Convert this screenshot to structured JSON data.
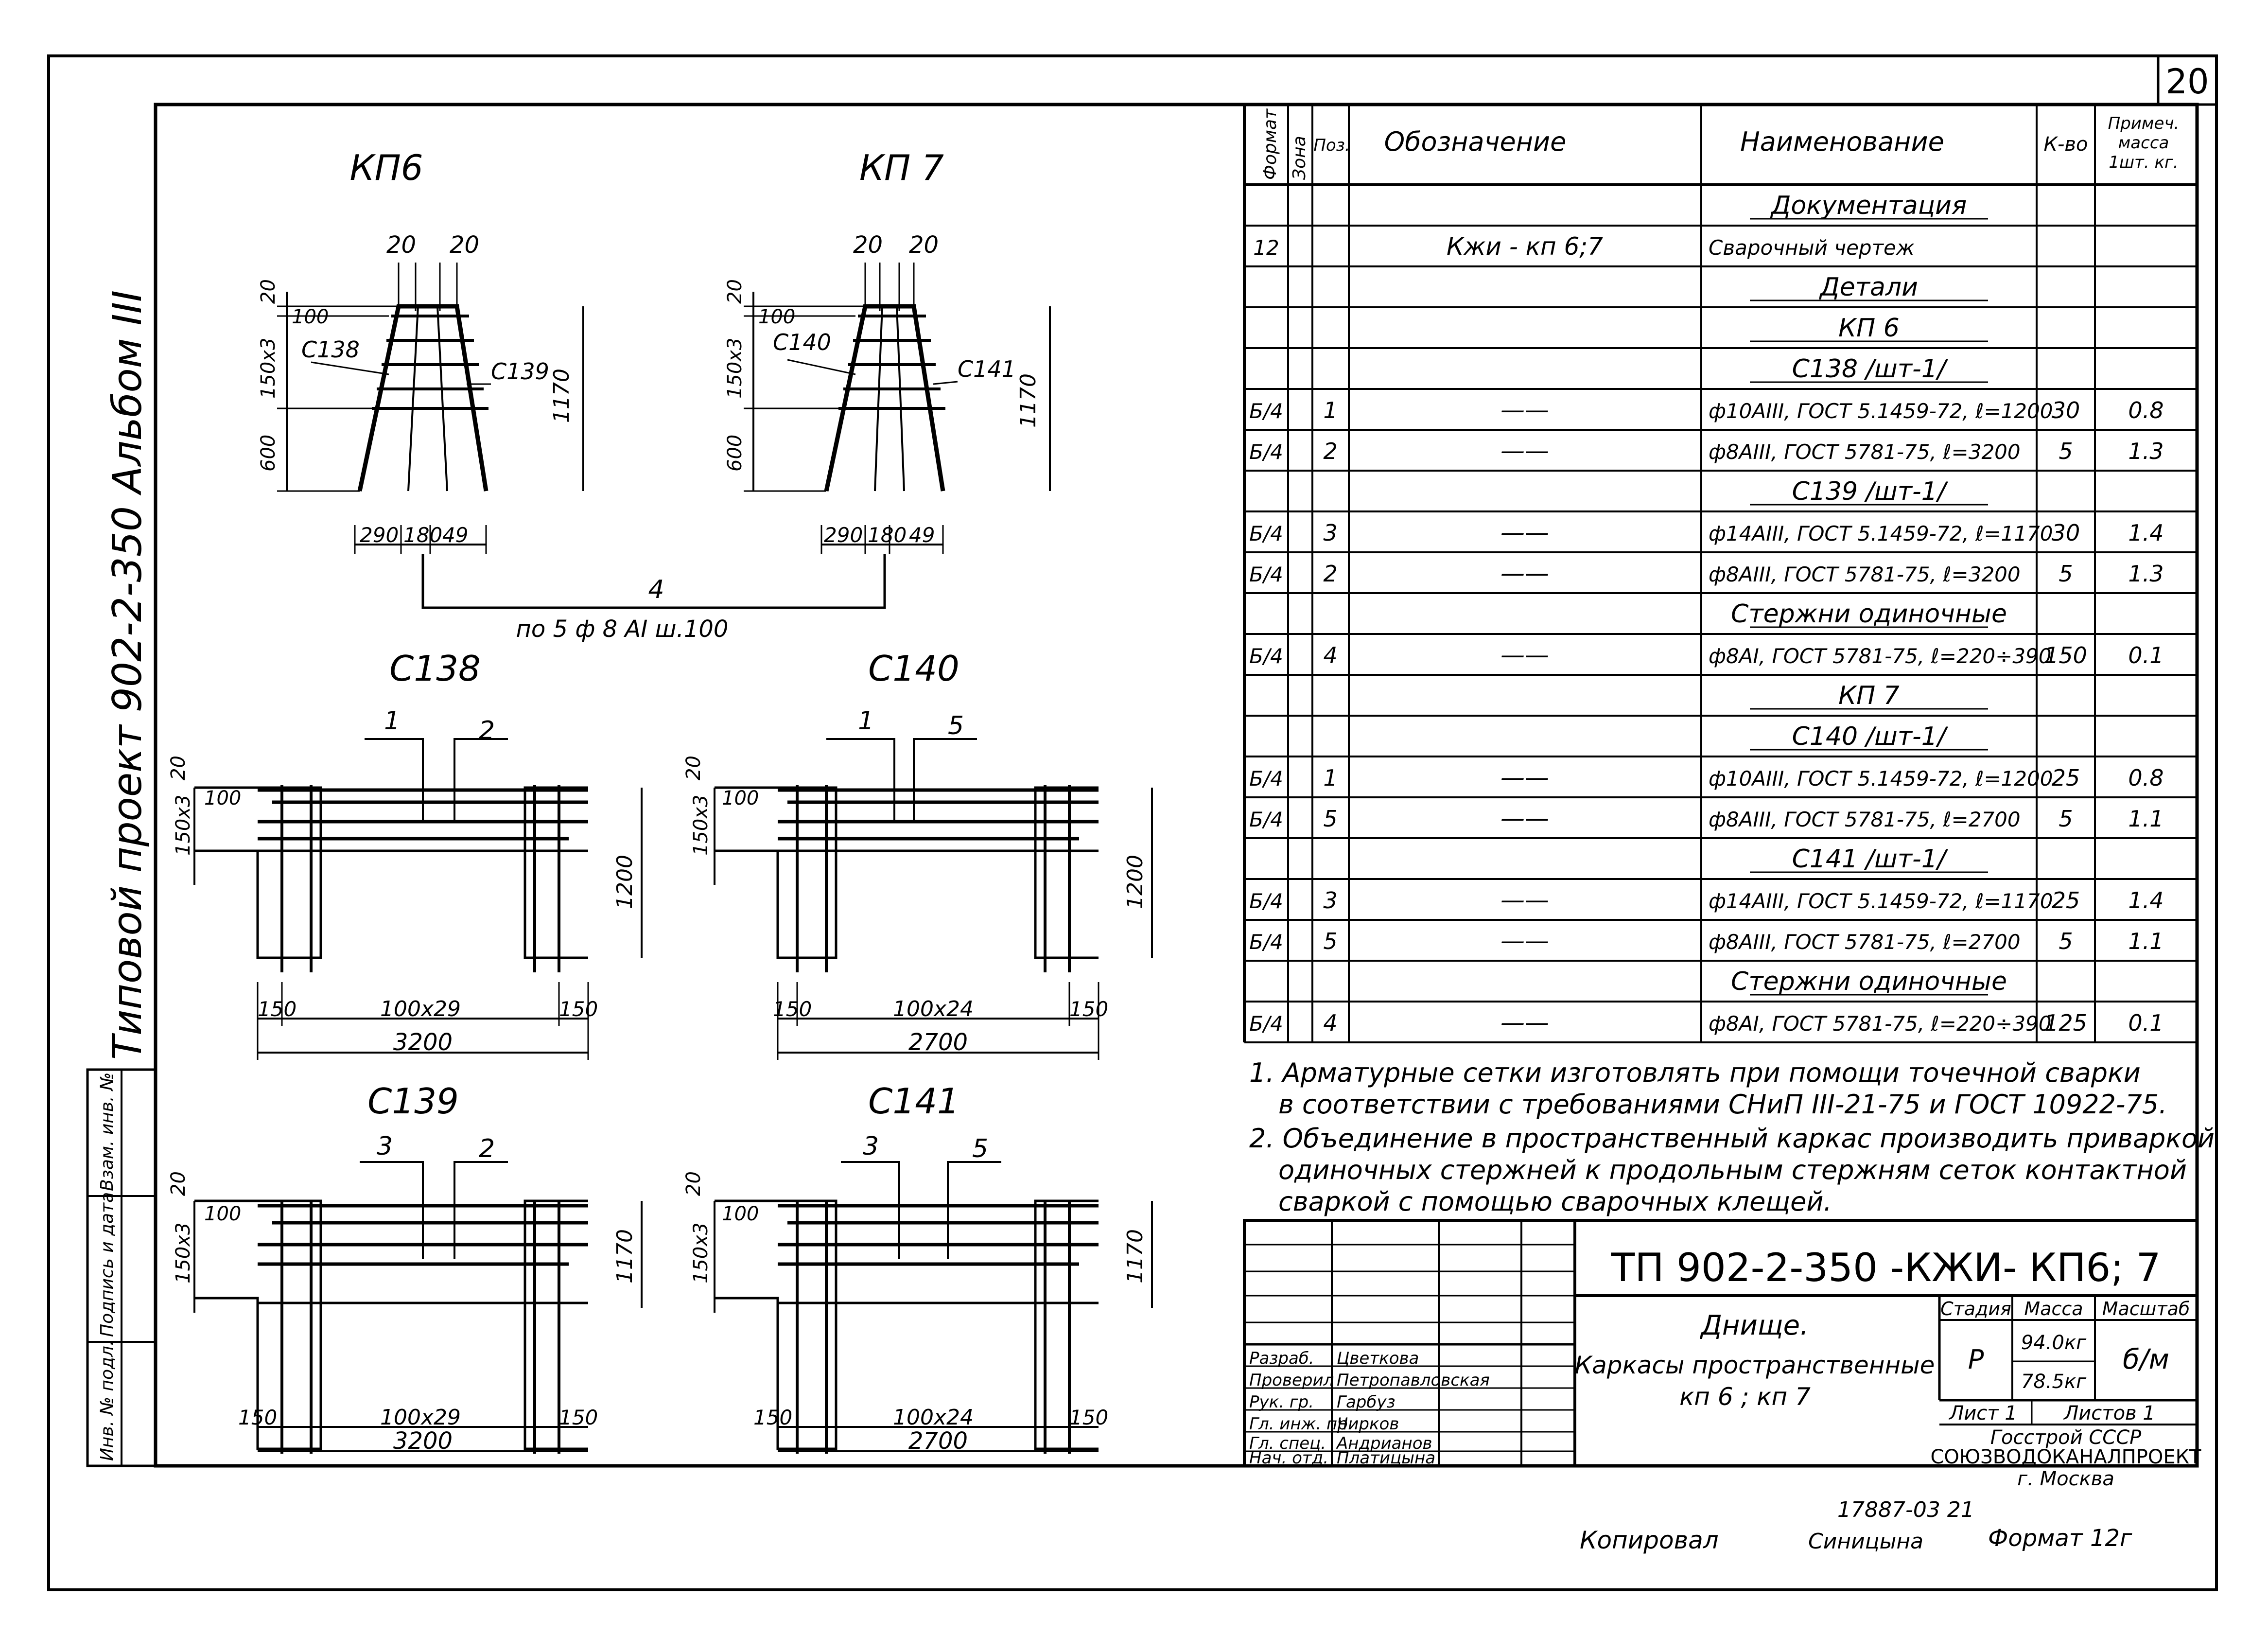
{
  "page_number": "20",
  "left_strip": {
    "project_title": "Типовой проект 902-2-350 Альбом III",
    "fields": [
      "Инв. № подл.",
      "Подпись и дата",
      "Взам. инв. №"
    ]
  },
  "drawings": {
    "kp6": {
      "title": "КП6",
      "dim_top_a": "20",
      "dim_top_b": "20",
      "dim_left_1": "20",
      "dim_left_2": "100",
      "dim_left_3": "150х3",
      "dim_left_4": "600",
      "dim_right": "1170",
      "label_left": "С138",
      "label_right": "С139",
      "dim_bottom_1": "290",
      "dim_bottom_2": "180",
      "dim_bottom_3": "49"
    },
    "kp7": {
      "title": "КП 7",
      "dim_top_a": "20",
      "dim_top_b": "20",
      "dim_left_1": "20",
      "dim_left_2": "100",
      "dim_left_3": "150х3",
      "dim_left_4": "600",
      "dim_right": "1170",
      "label_left": "С140",
      "label_right": "С141",
      "dim_bottom_1": "290",
      "dim_bottom_2": "180",
      "dim_bottom_3": "49"
    },
    "joint_label": "4",
    "joint_note": "по 5 ф 8 АI ш.100",
    "c138": {
      "title": "С138",
      "pos_a": "1",
      "pos_b": "2",
      "dim_left_1": "20",
      "dim_left_2": "100",
      "dim_left_3": "150х3",
      "dim_right": "1200",
      "dim_b1": "150",
      "dim_b2": "100х29",
      "dim_b3": "150",
      "dim_total": "3200"
    },
    "c140": {
      "title": "С140",
      "pos_a": "1",
      "pos_b": "5",
      "dim_left_1": "20",
      "dim_left_2": "100",
      "dim_left_3": "150х3",
      "dim_right": "1200",
      "dim_b1": "150",
      "dim_b2": "100х24",
      "dim_b3": "150",
      "dim_total": "2700"
    },
    "c139": {
      "title": "С139",
      "pos_a": "3",
      "pos_b": "2",
      "dim_left_1": "20",
      "dim_left_2": "100",
      "dim_left_3": "150х3",
      "dim_right": "1170",
      "dim_b1": "150",
      "dim_b2": "100х29",
      "dim_b3": "150",
      "dim_total": "3200"
    },
    "c141": {
      "title": "С141",
      "pos_a": "3",
      "pos_b": "5",
      "dim_left_1": "20",
      "dim_left_2": "100",
      "dim_left_3": "150х3",
      "dim_right": "1170",
      "dim_b1": "150",
      "dim_b2": "100х24",
      "dim_b3": "150",
      "dim_total": "2700"
    }
  },
  "spec_table": {
    "headers": {
      "format": "Формат",
      "zone": "Зона",
      "pos": "Поз.",
      "designation": "Обозначение",
      "name": "Наименование",
      "qty": "К-во",
      "note_line1": "Примеч.",
      "note_line2": "масса",
      "note_line3": "1шт. кг."
    },
    "rows": [
      {
        "format": "",
        "pos": "",
        "designation": "",
        "name": "Документация",
        "qty": "",
        "mass": "",
        "kind": "section"
      },
      {
        "format": "12",
        "pos": "",
        "designation": "Кжи - кп 6;7",
        "name": "Сварочный чертеж",
        "qty": "",
        "mass": "",
        "kind": "item"
      },
      {
        "format": "",
        "pos": "",
        "designation": "",
        "name": "Детали",
        "qty": "",
        "mass": "",
        "kind": "section"
      },
      {
        "format": "",
        "pos": "",
        "designation": "",
        "name": "КП 6",
        "qty": "",
        "mass": "",
        "kind": "section"
      },
      {
        "format": "",
        "pos": "",
        "designation": "",
        "name": "С138 /шт-1/",
        "qty": "",
        "mass": "",
        "kind": "section"
      },
      {
        "format": "Б/4",
        "pos": "1",
        "designation": "——",
        "name": "ф10АIII, ГОСТ 5.1459-72, ℓ=1200",
        "qty": "30",
        "mass": "0.8",
        "kind": "item"
      },
      {
        "format": "Б/4",
        "pos": "2",
        "designation": "——",
        "name": "ф8АIII, ГОСТ 5781-75, ℓ=3200",
        "qty": "5",
        "mass": "1.3",
        "kind": "item"
      },
      {
        "format": "",
        "pos": "",
        "designation": "",
        "name": "С139 /шт-1/",
        "qty": "",
        "mass": "",
        "kind": "section"
      },
      {
        "format": "Б/4",
        "pos": "3",
        "designation": "——",
        "name": "ф14АIII, ГОСТ 5.1459-72, ℓ=1170",
        "qty": "30",
        "mass": "1.4",
        "kind": "item"
      },
      {
        "format": "Б/4",
        "pos": "2",
        "designation": "——",
        "name": "ф8АIII, ГОСТ 5781-75, ℓ=3200",
        "qty": "5",
        "mass": "1.3",
        "kind": "item"
      },
      {
        "format": "",
        "pos": "",
        "designation": "",
        "name": "Стержни одиночные",
        "qty": "",
        "mass": "",
        "kind": "section"
      },
      {
        "format": "Б/4",
        "pos": "4",
        "designation": "——",
        "name": "ф8АI, ГОСТ 5781-75, ℓ=220÷390",
        "qty": "150",
        "mass": "0.1",
        "kind": "item"
      },
      {
        "format": "",
        "pos": "",
        "designation": "",
        "name": "КП 7",
        "qty": "",
        "mass": "",
        "kind": "section"
      },
      {
        "format": "",
        "pos": "",
        "designation": "",
        "name": "С140 /шт-1/",
        "qty": "",
        "mass": "",
        "kind": "section"
      },
      {
        "format": "Б/4",
        "pos": "1",
        "designation": "——",
        "name": "ф10АIII, ГОСТ 5.1459-72, ℓ=1200",
        "qty": "25",
        "mass": "0.8",
        "kind": "item"
      },
      {
        "format": "Б/4",
        "pos": "5",
        "designation": "——",
        "name": "ф8АIII, ГОСТ 5781-75, ℓ=2700",
        "qty": "5",
        "mass": "1.1",
        "kind": "item"
      },
      {
        "format": "",
        "pos": "",
        "designation": "",
        "name": "С141 /шт-1/",
        "qty": "",
        "mass": "",
        "kind": "section"
      },
      {
        "format": "Б/4",
        "pos": "3",
        "designation": "——",
        "name": "ф14АIII, ГОСТ 5.1459-72, ℓ=1170",
        "qty": "25",
        "mass": "1.4",
        "kind": "item"
      },
      {
        "format": "Б/4",
        "pos": "5",
        "designation": "——",
        "name": "ф8АIII, ГОСТ 5781-75, ℓ=2700",
        "qty": "5",
        "mass": "1.1",
        "kind": "item"
      },
      {
        "format": "",
        "pos": "",
        "designation": "",
        "name": "Стержни одиночные",
        "qty": "",
        "mass": "",
        "kind": "section"
      },
      {
        "format": "Б/4",
        "pos": "4",
        "designation": "——",
        "name": "ф8АI, ГОСТ 5781-75, ℓ=220÷390",
        "qty": "125",
        "mass": "0.1",
        "kind": "item"
      }
    ]
  },
  "notes": [
    "1. Арматурные сетки изготовлять при помощи точечной сварки",
    "в соответствии с требованиями СНиП III-21-75 и ГОСТ 10922-75.",
    "2. Объединение в пространственный каркас производить приваркой",
    "одиночных стержней к продольным стержням сеток контактной",
    "сваркой с помощью сварочных клещей."
  ],
  "title_block": {
    "doc_code": "ТП 902-2-350 -КЖИ- КП6; 7",
    "name_line1": "Днище.",
    "name_line2": "Каркасы пространственные",
    "name_line3": "кп 6 ; кп 7",
    "stage_label": "Стадия",
    "mass_label": "Масса",
    "scale_label": "Масштаб",
    "stage": "Р",
    "mass_1": "94.0кг",
    "mass_2": "78.5кг",
    "scale": "б/м",
    "sheet_label": "Лист 1",
    "sheets_label": "Листов 1",
    "org_line1": "Госстрой СССР",
    "org_line2": "СОЮЗВОДОКАНАЛПРОЕКТ",
    "org_line3": "г. Москва",
    "roles": [
      {
        "role": "Разраб.",
        "name": "Цветкова"
      },
      {
        "role": "Проверил",
        "name": "Петропавловская"
      },
      {
        "role": "Рук. гр.",
        "name": "Гарбуз"
      },
      {
        "role": "Гл. инж. пр.",
        "name": "Чирков"
      },
      {
        "role": "Гл. спец.",
        "name": "Андрианов"
      },
      {
        "role": "Нач. отд.",
        "name": "Платицына"
      }
    ]
  },
  "footer": {
    "inventory": "17887-03 21",
    "copied_by": "Копировал",
    "copier_name": "Синицына",
    "format": "Формат 12г"
  }
}
